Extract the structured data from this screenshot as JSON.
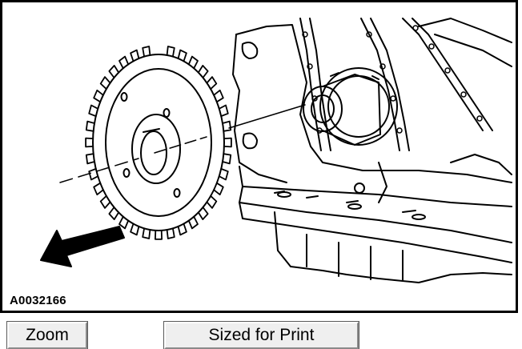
{
  "figure": {
    "code": "A0032166"
  },
  "buttons": {
    "zoom_label": "Zoom",
    "print_label": "Sized for Print"
  },
  "colors": {
    "line": "#000000",
    "background": "#ffffff",
    "button_face": "#efefef"
  }
}
